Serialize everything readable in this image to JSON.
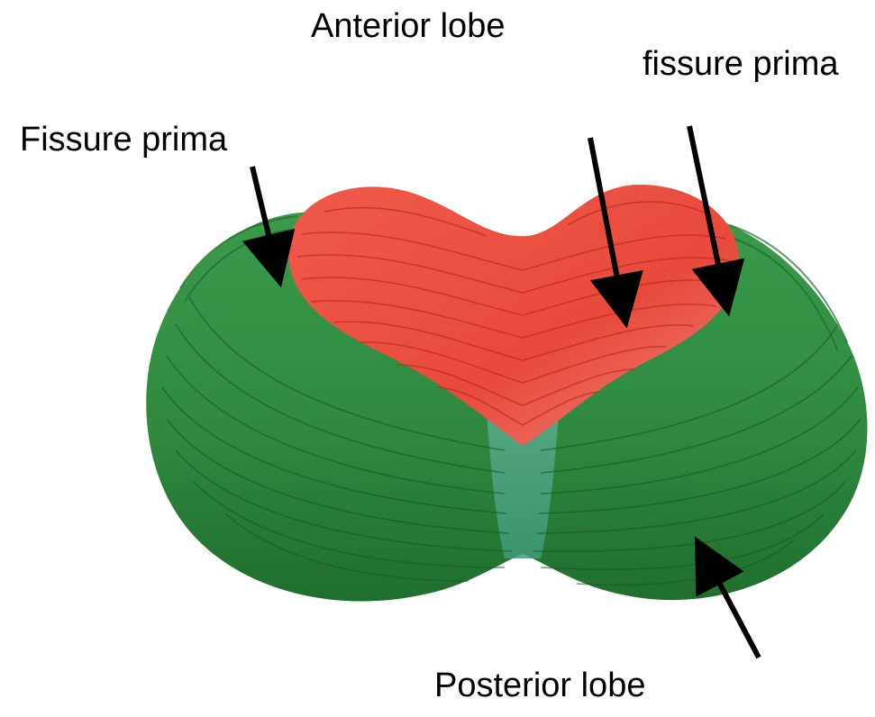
{
  "labels": {
    "anterior_lobe": "Anterior lobe",
    "fissure_prima_right": "fissure prima",
    "fissure_prima_left": "Fissure prima",
    "posterior_lobe": "Posterior lobe"
  },
  "colors": {
    "anterior_lobe": "#e8463a",
    "posterior_lobe": "#2e8b3e",
    "vermis_highlight": "#4fa88a",
    "arrow": "#000000",
    "text": "#000000"
  },
  "icons": {
    "arrow": "black-arrow"
  }
}
